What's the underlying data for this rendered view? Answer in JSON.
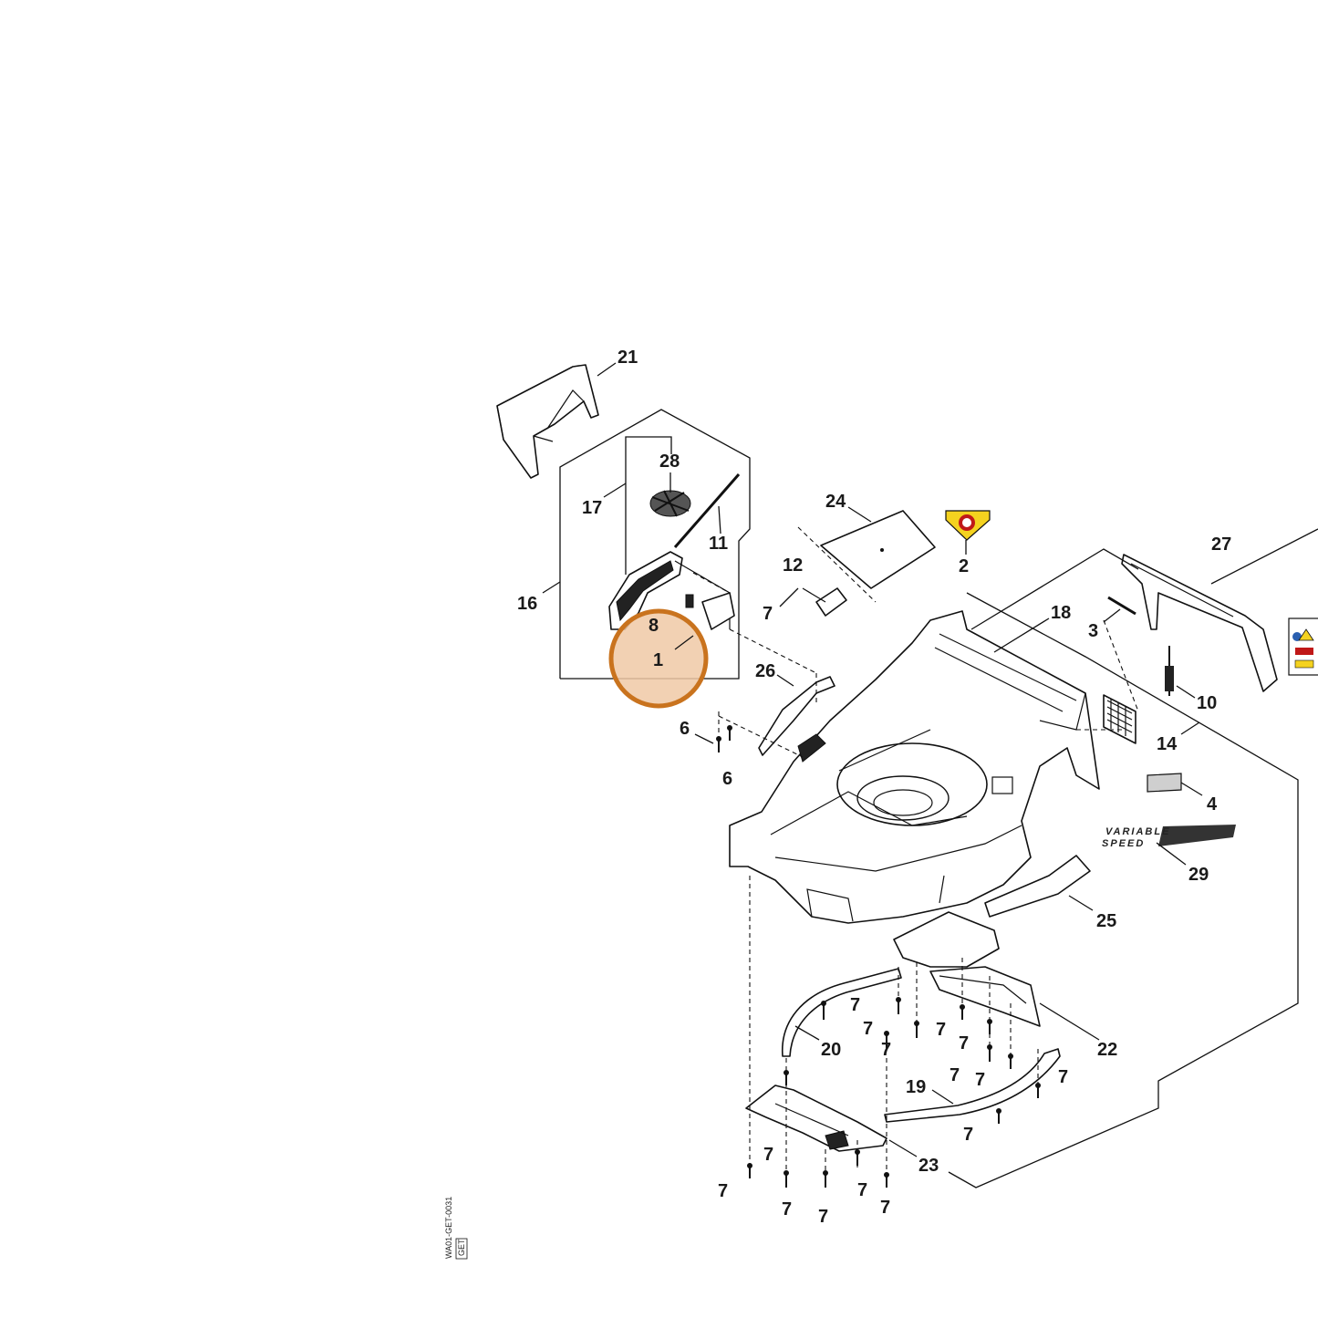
{
  "callouts": [
    {
      "num": "21"
    },
    {
      "num": "28"
    },
    {
      "num": "17"
    },
    {
      "num": "11"
    },
    {
      "num": "16"
    },
    {
      "num": "8"
    },
    {
      "num": "1"
    },
    {
      "num": "24"
    },
    {
      "num": "2"
    },
    {
      "num": "27"
    },
    {
      "num": "12"
    },
    {
      "num": "7"
    },
    {
      "num": "18"
    },
    {
      "num": "3"
    },
    {
      "num": "26"
    },
    {
      "num": "10"
    },
    {
      "num": "6"
    },
    {
      "num": "14"
    },
    {
      "num": "6"
    },
    {
      "num": "4"
    },
    {
      "num": "29"
    },
    {
      "num": "25"
    },
    {
      "num": "7"
    },
    {
      "num": "7"
    },
    {
      "num": "7"
    },
    {
      "num": "20"
    },
    {
      "num": "7"
    },
    {
      "num": "7"
    },
    {
      "num": "22"
    },
    {
      "num": "7"
    },
    {
      "num": "7"
    },
    {
      "num": "7"
    },
    {
      "num": "19"
    },
    {
      "num": "7"
    },
    {
      "num": "7"
    },
    {
      "num": "23"
    },
    {
      "num": "7"
    },
    {
      "num": "7"
    },
    {
      "num": "7"
    },
    {
      "num": "7"
    },
    {
      "num": "7"
    }
  ],
  "decal": {
    "line1": "VARIABLE",
    "line2": "SPEED"
  },
  "drawing_code": "WA01-GET-0031",
  "drawing_tag": "GET",
  "highlight": {
    "part": "1",
    "color": "#c9731e",
    "fill": "#f0c9a6"
  }
}
